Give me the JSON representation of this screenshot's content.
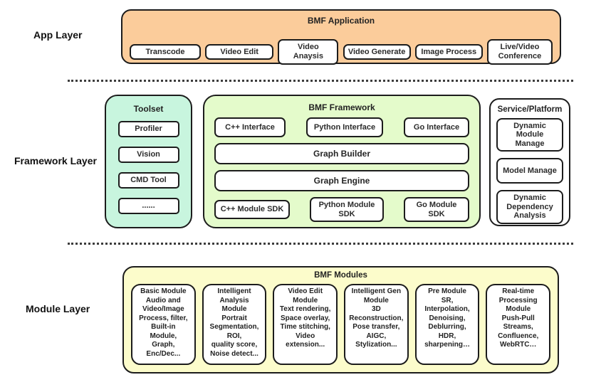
{
  "colors": {
    "app_fill": "#FBCC9B",
    "toolset_fill": "#C8F5DE",
    "framework_fill": "#E4FBCB",
    "module_fill": "#FCFCCB",
    "box_border": "#1C1C1C"
  },
  "layers": {
    "app": {
      "label": "App Layer",
      "title": "BMF Application",
      "items": [
        "Transcode",
        "Video Edit",
        "Video Anaysis",
        "Video Generate",
        "Image Process",
        "Live/Video\nConference"
      ]
    },
    "framework": {
      "label": "Framework Layer",
      "toolset": {
        "title": "Toolset",
        "items": [
          "Profiler",
          "Vision",
          "CMD Tool",
          "......"
        ]
      },
      "bmf_framework": {
        "title": "BMF Framework",
        "interfaces": [
          "C++ Interface",
          "Python Interface",
          "Go Interface"
        ],
        "graph_builder": "Graph Builder",
        "graph_engine": "Graph Engine",
        "sdks": [
          "C++ Module SDK",
          "Python Module\nSDK",
          "Go Module\nSDK"
        ]
      },
      "service_platform": {
        "title": "Service/Platform",
        "items": [
          "Dynamic Module\nManage",
          "Model Manage",
          "Dynamic\nDependency\nAnalysis"
        ]
      }
    },
    "module": {
      "label": "Module Layer",
      "title": "BMF Modules",
      "items": [
        "Basic Module\nAudio and\nVideo/Image\nProcess, filter,\nBuilt-in\nModule,\nGraph,\nEnc/Dec...",
        "Intelligent\nAnalysis\nModule\nPortrait\nSegmentation,\nROI,\nquality score,\nNoise detect...",
        "Video Edit\nModule\nText rendering,\nSpace overlay,\nTime stitching,\nVideo\nextension...",
        "Intelligent Gen\nModule\n3D\nReconstruction,\nPose transfer,\nAIGC,\nStylization...",
        "Pre Module\nSR,\nInterpolation,\nDenoising,\nDeblurring,\nHDR,\nsharpening…",
        "Real-time\nProcessing\nModule\nPush-Pull\nStreams,\nConfluence,\nWebRTC…"
      ]
    }
  }
}
